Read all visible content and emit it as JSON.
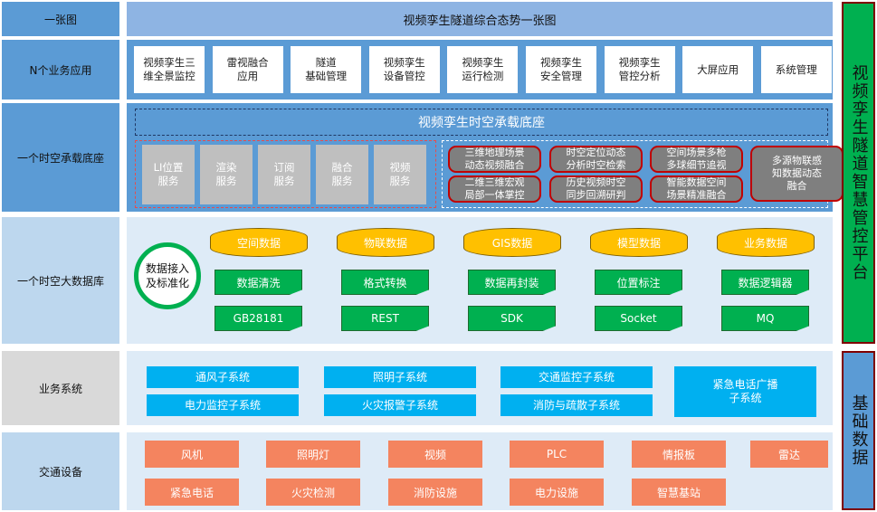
{
  "rows": {
    "row1": "一张图",
    "row2": "N个业务应用",
    "row3": "一个时空承载底座",
    "row4": "一个时空大数据库",
    "row5": "业务系统",
    "row6": "交通设备"
  },
  "top_title": "视频孪生隧道综合态势一张图",
  "apps": [
    "视频孪生三\n维全景监控",
    "雷视融合\n应用",
    "隧道\n基础管理",
    "视频孪生\n设备管控",
    "视频孪生\n运行检测",
    "视频孪生\n安全管理",
    "视频孪生\n管控分析",
    "大屏应用",
    "系统管理"
  ],
  "platform_title": "视频孪生时空承载底座",
  "services": [
    "LI位置\n服务",
    "渲染\n服务",
    "订阅\n服务",
    "融合\n服务",
    "视频\n服务"
  ],
  "capabilities": [
    "三维地理场景\n动态视频融合",
    "时空定位动态\n分析时空检索",
    "空间场景多枪\n多球细节追视",
    "多源物联感\n知数据动态\n融合",
    "二维三维宏观\n局部一体掌控",
    "历史视频时空\n同步回溯研判",
    "智能数据空间\n场景精准融合"
  ],
  "data_access": "数据接入\n及标准化",
  "databases": [
    "空间数据",
    "物联数据",
    "GIS数据",
    "模型数据",
    "业务数据"
  ],
  "processes": [
    "数据清洗",
    "格式转换",
    "数据再封装",
    "位置标注",
    "数据逻辑器"
  ],
  "protocols": [
    "GB28181",
    "REST",
    "SDK",
    "Socket",
    "MQ"
  ],
  "subsystems": [
    "通风子系统",
    "照明子系统",
    "交通监控子系统",
    "紧急电话广播\n子系统",
    "电力监控子系统",
    "火灾报警子系统",
    "消防与疏散子系统"
  ],
  "devices": [
    "风机",
    "照明灯",
    "视频",
    "PLC",
    "情报板",
    "雷达",
    "紧急电话",
    "火灾检测",
    "消防设施",
    "电力设施",
    "智慧基站"
  ],
  "side_platform": "视频孪生隧道智慧管控平台",
  "side_base": "基础数据",
  "colors": {
    "label_blue": "#5b9bd5",
    "label_light": "#bdd7ee",
    "band": "#deebf7",
    "green": "#00b050",
    "cyan": "#00b0f0",
    "orange": "#f4845f",
    "cylinder": "#ffc000",
    "dark_red": "#c00000"
  }
}
